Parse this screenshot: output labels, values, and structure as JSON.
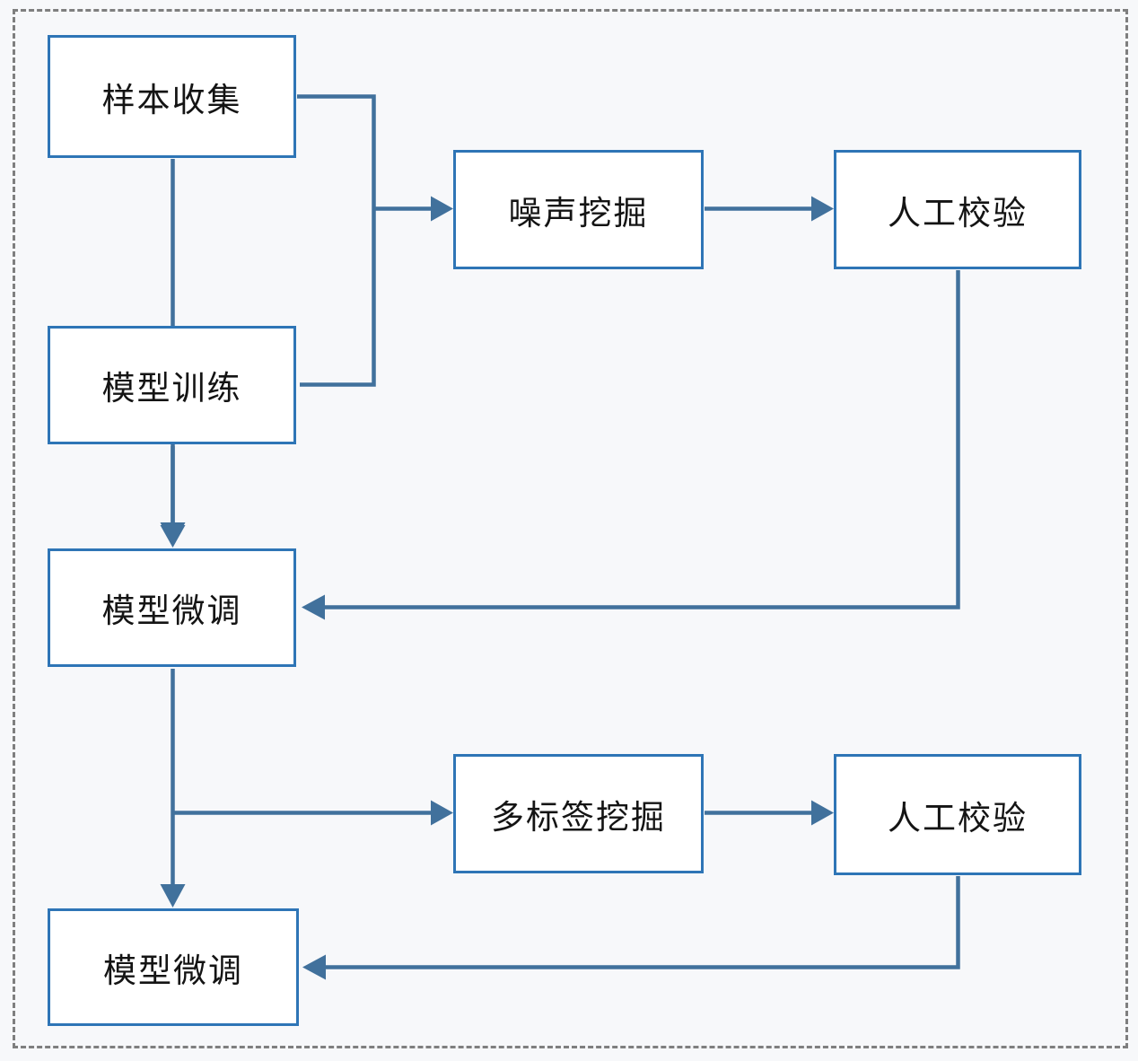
{
  "diagram": {
    "type": "flowchart",
    "colors": {
      "bg": "#f7f8fa",
      "container_border": "#7f7f7f",
      "box_border": "#2e75b6",
      "box_fill": "#ffffff",
      "connector": "#41719c",
      "text": "#141414"
    },
    "nodes": [
      {
        "id": "sample-collection",
        "label": "样本收集"
      },
      {
        "id": "model-training",
        "label": "模型训练"
      },
      {
        "id": "noise-mining",
        "label": "噪声挖掘"
      },
      {
        "id": "manual-check-top",
        "label": "人工校验"
      },
      {
        "id": "model-finetune-1",
        "label": "模型微调"
      },
      {
        "id": "multilabel-mining",
        "label": "多标签挖掘"
      },
      {
        "id": "manual-check-bottom",
        "label": "人工校验"
      },
      {
        "id": "model-finetune-2",
        "label": "模型微调"
      }
    ],
    "edges": [
      {
        "from": "sample-collection",
        "to": "model-training"
      },
      {
        "from": "sample-collection",
        "to": "noise-mining"
      },
      {
        "from": "model-training",
        "to": "noise-mining"
      },
      {
        "from": "noise-mining",
        "to": "manual-check-top"
      },
      {
        "from": "manual-check-top",
        "to": "model-finetune-1"
      },
      {
        "from": "model-training",
        "to": "model-finetune-1"
      },
      {
        "from": "model-finetune-1",
        "to": "multilabel-mining"
      },
      {
        "from": "multilabel-mining",
        "to": "manual-check-bottom"
      },
      {
        "from": "manual-check-bottom",
        "to": "model-finetune-2"
      },
      {
        "from": "model-finetune-1",
        "to": "model-finetune-2"
      }
    ]
  }
}
